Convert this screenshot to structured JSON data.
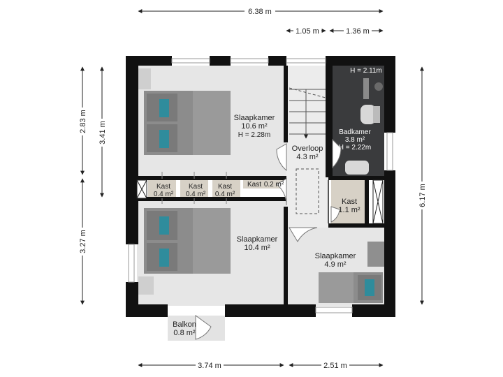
{
  "dimensions": {
    "top_total": "6.38 m",
    "top_left": "1.05 m",
    "top_right": "1.36 m",
    "left_a": "2.83 m",
    "left_b": "3.41 m",
    "left_c": "3.27 m",
    "right_total": "6.17 m",
    "bottom_left": "3.74 m",
    "bottom_right": "2.51 m"
  },
  "rooms": {
    "bedroom1": {
      "name": "Slaapkamer",
      "area": "10.6 m²",
      "height": "H = 2.28m"
    },
    "landing": {
      "name": "Overloop",
      "area": "4.3 m²"
    },
    "bathroom": {
      "name": "Badkamer",
      "area": "3.8 m²",
      "height": "H = 2.22m",
      "height_top": "H = 2.11m"
    },
    "closet1": {
      "name": "Kast",
      "area": "0.4 m²"
    },
    "closet2": {
      "name": "Kast",
      "area": "0.4 m²"
    },
    "closet3": {
      "name": "Kast",
      "area": "0.4 m²"
    },
    "closet_small": {
      "name": "Kast",
      "area": "0.2 m²"
    },
    "closet_landing": {
      "name": "Kast",
      "area": "1.1 m²"
    },
    "bedroom2": {
      "name": "Slaapkamer",
      "area": "10.4 m²"
    },
    "bedroom3": {
      "name": "Slaapkamer",
      "area": "4.9 m²"
    },
    "balcony": {
      "name": "Balkon",
      "area": "0.8 m²"
    }
  },
  "colors": {
    "wall": "#111111",
    "floor": "#e6e6e6",
    "bathroom": "#3a3b3d",
    "closet": "#d7d1c6",
    "bed": "#8c8c8c",
    "pillow": "#2f8c9c"
  }
}
